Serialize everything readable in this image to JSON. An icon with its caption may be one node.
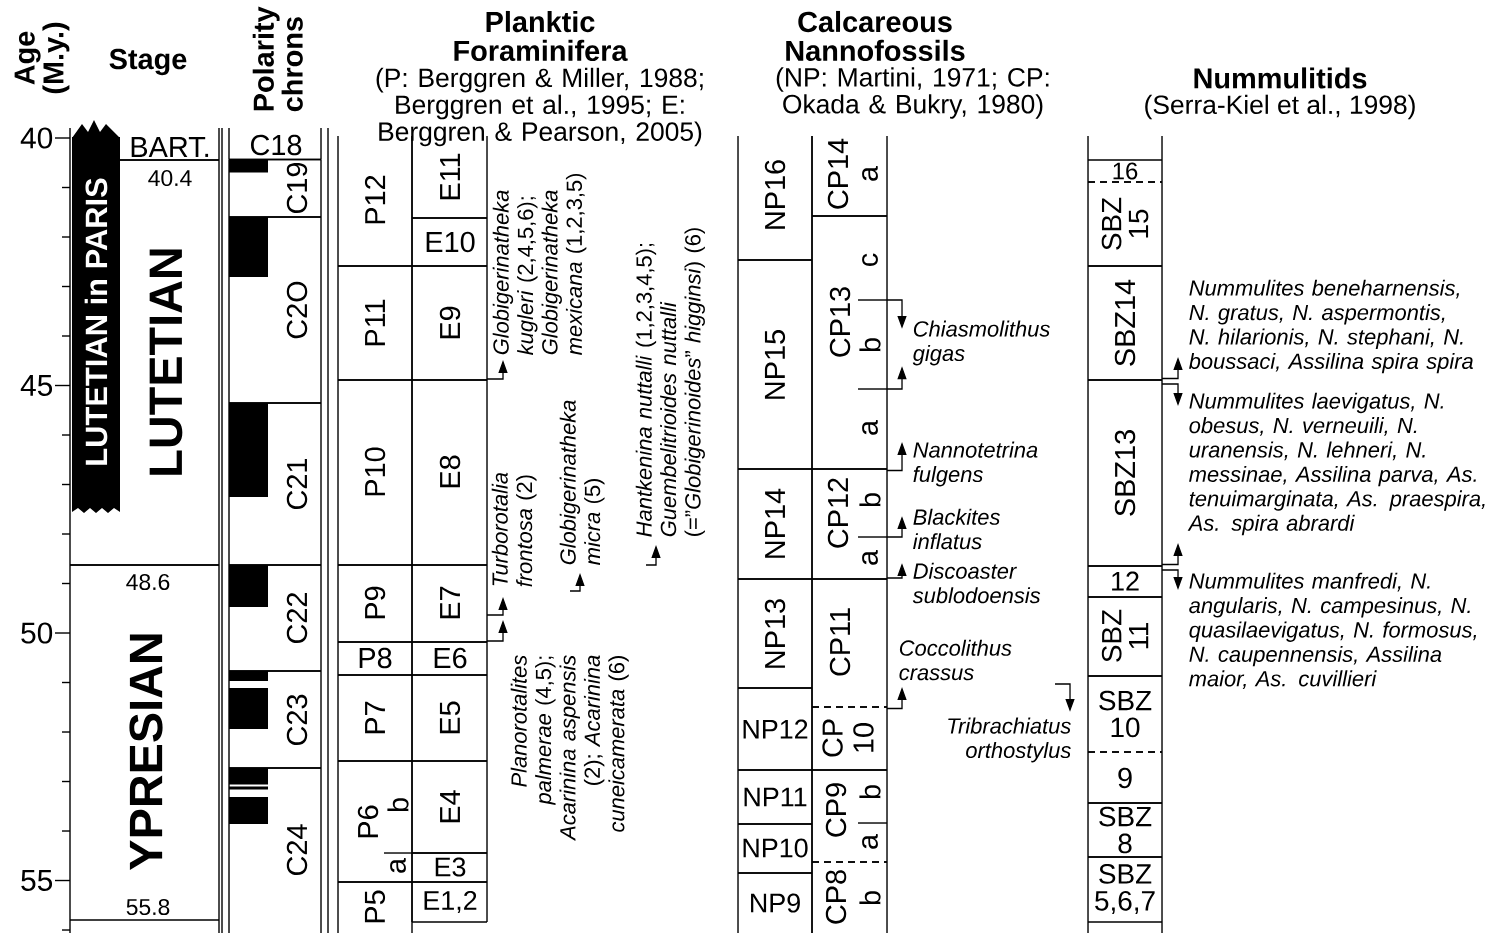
{
  "diagram": {
    "nodes": [
      {
        "text": [
          "BART."
        ]
      },
      {
        "text": [
          "40.4",
          "LUTETIAN"
        ]
      },
      {
        "text": [
          "LUTETIAN in PARIS"
        ]
      },
      {
        "text": [
          "48.6",
          "YPRESIAN",
          "55.8"
        ]
      },
      {
        "text": [
          "C18"
        ]
      },
      {
        "text": [
          "C19"
        ]
      },
      {
        "text": [
          "C2O"
        ]
      },
      {
        "text": [
          "C21"
        ]
      },
      {
        "text": [
          "C22"
        ]
      },
      {
        "text": [
          "C23"
        ]
      },
      {
        "text": [
          "C24"
        ]
      },
      {
        "text": [
          "P12"
        ]
      },
      {
        "text": [
          "E11"
        ]
      },
      {
        "text": [
          "E10"
        ]
      },
      {
        "text": [
          "P11"
        ]
      },
      {
        "text": [
          "E9"
        ]
      },
      {
        "text": [
          "P10"
        ]
      },
      {
        "text": [
          "E8"
        ]
      },
      {
        "text": [
          "P9"
        ]
      },
      {
        "text": [
          "E7"
        ]
      },
      {
        "text": [
          "P8"
        ]
      },
      {
        "text": [
          "E6"
        ]
      },
      {
        "text": [
          "P7"
        ]
      },
      {
        "text": [
          "E5"
        ]
      },
      {
        "text": [
          "P6",
          "b",
          "a"
        ]
      },
      {
        "text": [
          "E4"
        ]
      },
      {
        "text": [
          "E3"
        ]
      },
      {
        "text": [
          "P5"
        ]
      },
      {
        "text": [
          "E1,2"
        ]
      },
      {
        "text": [
          "*Globigerinatheka kugleri* (2,4,5,6); *Globigerinatheka mexicana* (1,2,3,5)"
        ]
      },
      {
        "text": [
          "*Turborotalia frontosa* (2)"
        ]
      },
      {
        "text": [
          "*Globigerinatheka micra* (5)"
        ]
      },
      {
        "text": [
          "*Hantkenina nuttalli* (1,2,3,4,5); *Guembelitrioides nuttalli* (=”*Globigerinoides*” *higginsi*) (6)"
        ]
      },
      {
        "text": [
          "*Planorotalites palmerae* (4,5); *Acarinina aspensis* (2); *Acarinina cuneicamerata* (6)"
        ]
      },
      {
        "text": [
          "NP16"
        ]
      },
      {
        "text": [
          "CP14",
          "a"
        ]
      },
      {
        "text": [
          "CP13",
          "c",
          "b",
          "a"
        ]
      },
      {
        "text": [
          "NP15"
        ]
      },
      {
        "text": [
          "NP14"
        ]
      },
      {
        "text": [
          "CP12",
          "b",
          "a"
        ]
      },
      {
        "text": [
          "NP13"
        ]
      },
      {
        "text": [
          "CP11"
        ]
      },
      {
        "text": [
          "NP12"
        ]
      },
      {
        "text": [
          "CP 10"
        ]
      },
      {
        "text": [
          "NP11"
        ]
      },
      {
        "text": [
          "CP9",
          "b",
          "a"
        ]
      },
      {
        "text": [
          "NP10"
        ]
      },
      {
        "text": [
          "NP9"
        ]
      },
      {
        "text": [
          "CP8",
          "b"
        ]
      },
      {
        "text": [
          "Chiasmolithus gigas"
        ]
      },
      {
        "text": [
          "Nannotetrina fulgens"
        ]
      },
      {
        "text": [
          "Blackites inflatus"
        ]
      },
      {
        "text": [
          "Discoaster sublodoensis"
        ]
      },
      {
        "text": [
          "Coccolithus crassus"
        ]
      },
      {
        "text": [
          "Tribrachiatus orthostylus"
        ]
      },
      {
        "text": [
          "16"
        ]
      },
      {
        "text": [
          "SBZ 15"
        ]
      },
      {
        "text": [
          "SBZ14"
        ]
      },
      {
        "text": [
          "SBZ13"
        ]
      },
      {
        "text": [
          "12"
        ]
      },
      {
        "text": [
          "SBZ 11"
        ]
      },
      {
        "text": [
          "SBZ 10"
        ]
      },
      {
        "text": [
          "9"
        ]
      },
      {
        "text": [
          "SBZ 8"
        ]
      },
      {
        "text": [
          "SBZ 5,6,7"
        ]
      },
      {
        "text": [
          "Nummulites beneharnensis, N. gratus, N. aspermontis, N. hilarionis, N. stephani, N. boussaci, Assilina spira spira"
        ]
      },
      {
        "text": [
          "Nummulites laevigatus, N. obesus, N. verneuili, N. uranensis, N. lehneri, N. messinae, Assilina parva, As. tenuimarginata, As. praespira, As. spira abrardi"
        ]
      },
      {
        "text": [
          "Nummulites manfredi, N. angularis, N. campesinus, N. quasilaevigatus, N. formosus, N. caupennensis, Assilina maior, As. cuvillieri"
        ]
      }
    ],
    "edges": [
      {
        "from": 15,
        "to": 29,
        "arrow": "to"
      },
      {
        "from": 19,
        "to": 30,
        "arrow": "to"
      },
      {
        "from": 19,
        "to": 33,
        "arrow": "to"
      },
      {
        "from": null,
        "to": 31,
        "arrow": "to"
      },
      {
        "from": null,
        "to": 32,
        "arrow": "to"
      },
      {
        "from": 36,
        "to": 49,
        "arrow": "to"
      },
      {
        "from": 36,
        "to": 49,
        "arrow": "to"
      },
      {
        "from": 39,
        "to": 50,
        "arrow": "to"
      },
      {
        "from": 39,
        "to": 51,
        "arrow": "to"
      },
      {
        "from": 39,
        "to": 52,
        "arrow": "to"
      },
      {
        "from": 43,
        "to": 53,
        "arrow": "to"
      },
      {
        "from": null,
        "to": 54,
        "arrow": "to"
      },
      {
        "from": 57,
        "to": 65,
        "arrow": "to"
      },
      {
        "from": 58,
        "to": 66,
        "arrow": "to"
      },
      {
        "from": 58,
        "to": 66,
        "arrow": "to"
      },
      {
        "from": 59,
        "to": 67,
        "arrow": "to"
      }
    ],
    "labels": [
      "Age (M.y.)",
      "Stage",
      "Polarity chrons",
      "Planktic Foraminifera",
      "(P: Berggren & Miller, 1988; Berggren et al., 1995; E: Berggren & Pearson, 2005)",
      "Calcareous Nannofossils",
      "(NP: Martini, 1971; CP: Okada & Bukry, 1980)",
      "Nummulitids",
      "(Serra-Kiel et al., 1998)",
      "40",
      "45",
      "50",
      "55"
    ]
  }
}
